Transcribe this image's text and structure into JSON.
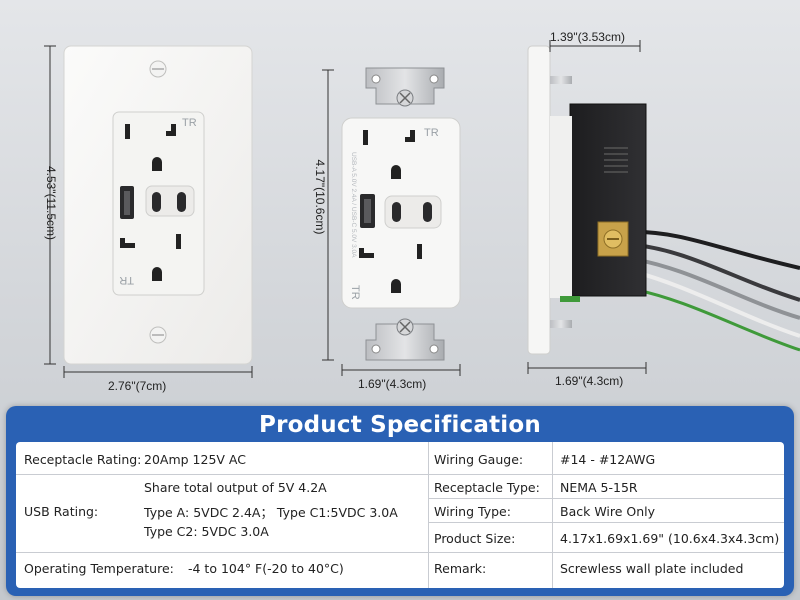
{
  "dimensions": {
    "plate_height": "4.53\"(11.5cm)",
    "plate_width": "2.76\"(7cm)",
    "outlet_height": "4.17\"(10.6cm)",
    "outlet_width": "1.69\"(4.3cm)",
    "side_depth": "1.39\"(3.53cm)",
    "side_width": "1.69\"(4.3cm)"
  },
  "outlet_labels": {
    "tr": "TR",
    "side_text": "USB-A 5.0V 2.4A / USB-C 5.0V 3.0A"
  },
  "spec": {
    "title": "Product Specification",
    "left": [
      {
        "label": "Receptacle Rating:",
        "value": "20Amp 125V AC"
      },
      {
        "label": "USB Rating:",
        "lines": [
          "Share total output of 5V 4.2A",
          "Type A: 5VDC 2.4A； Type C1:5VDC 3.0A",
          "Type C2: 5VDC 3.0A"
        ]
      },
      {
        "label": "Operating Temperature:",
        "value": "-4 to 104° F(-20 to 40°C)"
      }
    ],
    "right": [
      {
        "label": "Wiring Gauge:",
        "value": "#14 - #12AWG"
      },
      {
        "label": "Receptacle Type:",
        "value": "NEMA 5-15R"
      },
      {
        "label": "Wiring Type:",
        "value": "Back Wire Only"
      },
      {
        "label": "Product Size:",
        "value": "4.17x1.69x1.69\" (10.6x4.3x4.3cm)"
      },
      {
        "label": "Remark:",
        "value": "Screwless wall plate included"
      }
    ]
  },
  "colors": {
    "panel_blue": "#2a61b4",
    "plate_white": "#f5f5f4",
    "terminal_brass": "#c8a24a",
    "wire_green": "#3f9a3a"
  }
}
